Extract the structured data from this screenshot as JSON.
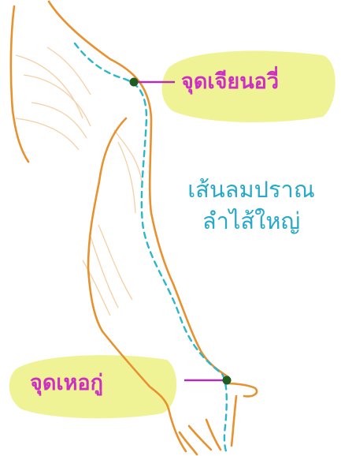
{
  "colors": {
    "skin_outline": "#e8912f",
    "skin_shadow": "#f3c48e",
    "meridian_path": "#2bb7c9",
    "acupoint": "#1f5c22",
    "leader_line": "#b12fb6",
    "label_text": "#cc2fc2",
    "meridian_text": "#28a9c7",
    "highlight": "#eef28a"
  },
  "icons": {
    "upper_point": "acupoint-dot-icon",
    "lower_point": "acupoint-dot-icon"
  },
  "labels": {
    "upper_point": "จุดเจียนอวี่",
    "lower_point": "จุดเหอกู่",
    "meridian_line1": "เส้นลมปราณ",
    "meridian_line2": "ลำไส้ใหญ่"
  }
}
